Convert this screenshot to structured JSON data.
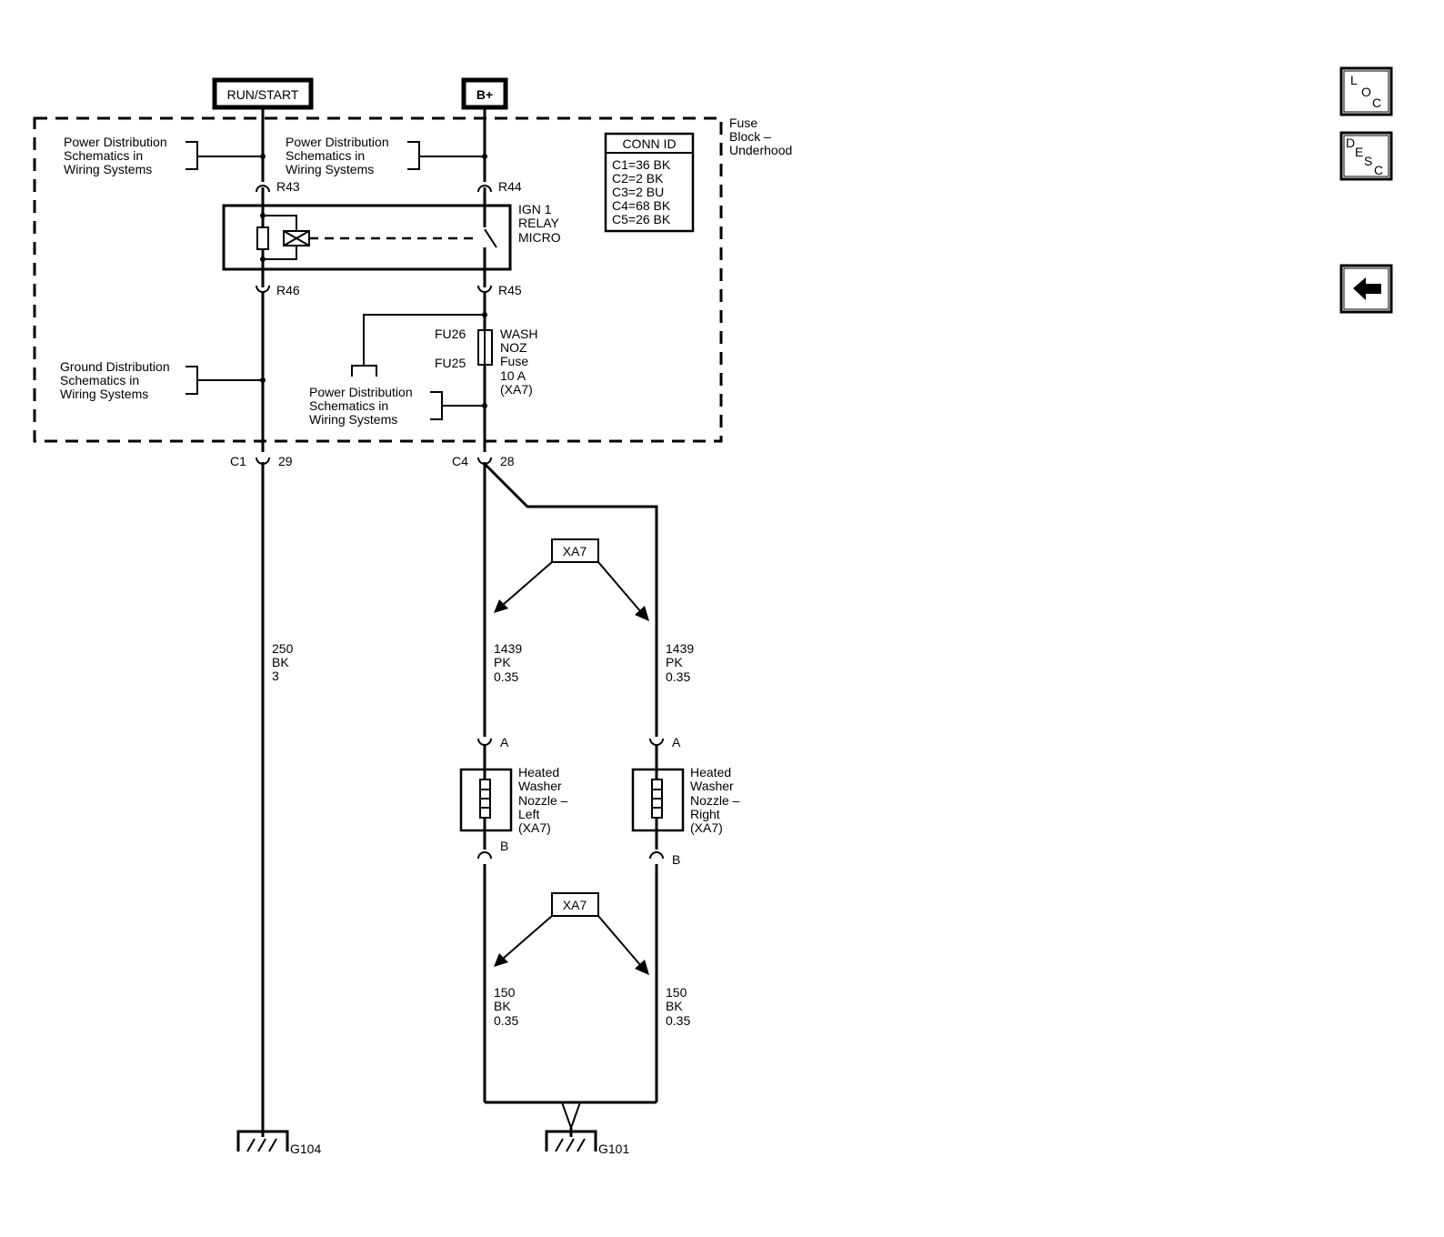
{
  "sources": {
    "run_start": "RUN/START",
    "bplus": "B+"
  },
  "fuse_block": {
    "label_lines": [
      "Fuse",
      "Block –",
      "Underhood"
    ]
  },
  "conn_id": {
    "title": "CONN ID",
    "rows": [
      "C1=36 BK",
      "C2=2 BK",
      "C3=2 BU",
      "C4=68 BK",
      "C5=26 BK"
    ]
  },
  "refs": {
    "power_dist_left": [
      "Power Distribution",
      "Schematics in",
      "Wiring Systems"
    ],
    "power_dist_mid": [
      "Power Distribution",
      "Schematics in",
      "Wiring Systems"
    ],
    "ground_dist": [
      "Ground Distribution",
      "Schematics in",
      "Wiring Systems"
    ],
    "power_dist_low": [
      "Power Distribution",
      "Schematics in",
      "Wiring Systems"
    ]
  },
  "terminals": {
    "r43": "R43",
    "r44": "R44",
    "r45": "R45",
    "r46": "R46"
  },
  "relay": {
    "label_lines": [
      "IGN 1",
      "RELAY",
      "MICRO"
    ]
  },
  "fuse": {
    "fu26": "FU26",
    "fu25": "FU25",
    "label_lines": [
      "WASH",
      "NOZ",
      "Fuse",
      "10 A",
      "(XA7)"
    ]
  },
  "connectors": {
    "c1": "C1",
    "c1_pin": "29",
    "c4": "C4",
    "c4_pin": "28"
  },
  "options": {
    "upper": "XA7",
    "lower": "XA7"
  },
  "wires": {
    "left": [
      "250",
      "BK",
      "3"
    ],
    "pk_left": [
      "1439",
      "PK",
      "0.35"
    ],
    "pk_right": [
      "1439",
      "PK",
      "0.35"
    ],
    "bk_left": [
      "150",
      "BK",
      "0.35"
    ],
    "bk_right": [
      "150",
      "BK",
      "0.35"
    ]
  },
  "nozzles": {
    "left": {
      "pin_a": "A",
      "pin_b": "B",
      "label_lines": [
        "Heated",
        "Washer",
        "Nozzle –",
        "Left",
        "(XA7)"
      ]
    },
    "right": {
      "pin_a": "A",
      "pin_b": "B",
      "label_lines": [
        "Heated",
        "Washer",
        "Nozzle –",
        "Right",
        "(XA7)"
      ]
    }
  },
  "grounds": {
    "g104": "G104",
    "g101": "G101"
  },
  "nav": {
    "loc": [
      "L",
      "O",
      "C"
    ],
    "desc": [
      "D",
      "E",
      "S",
      "C"
    ]
  }
}
